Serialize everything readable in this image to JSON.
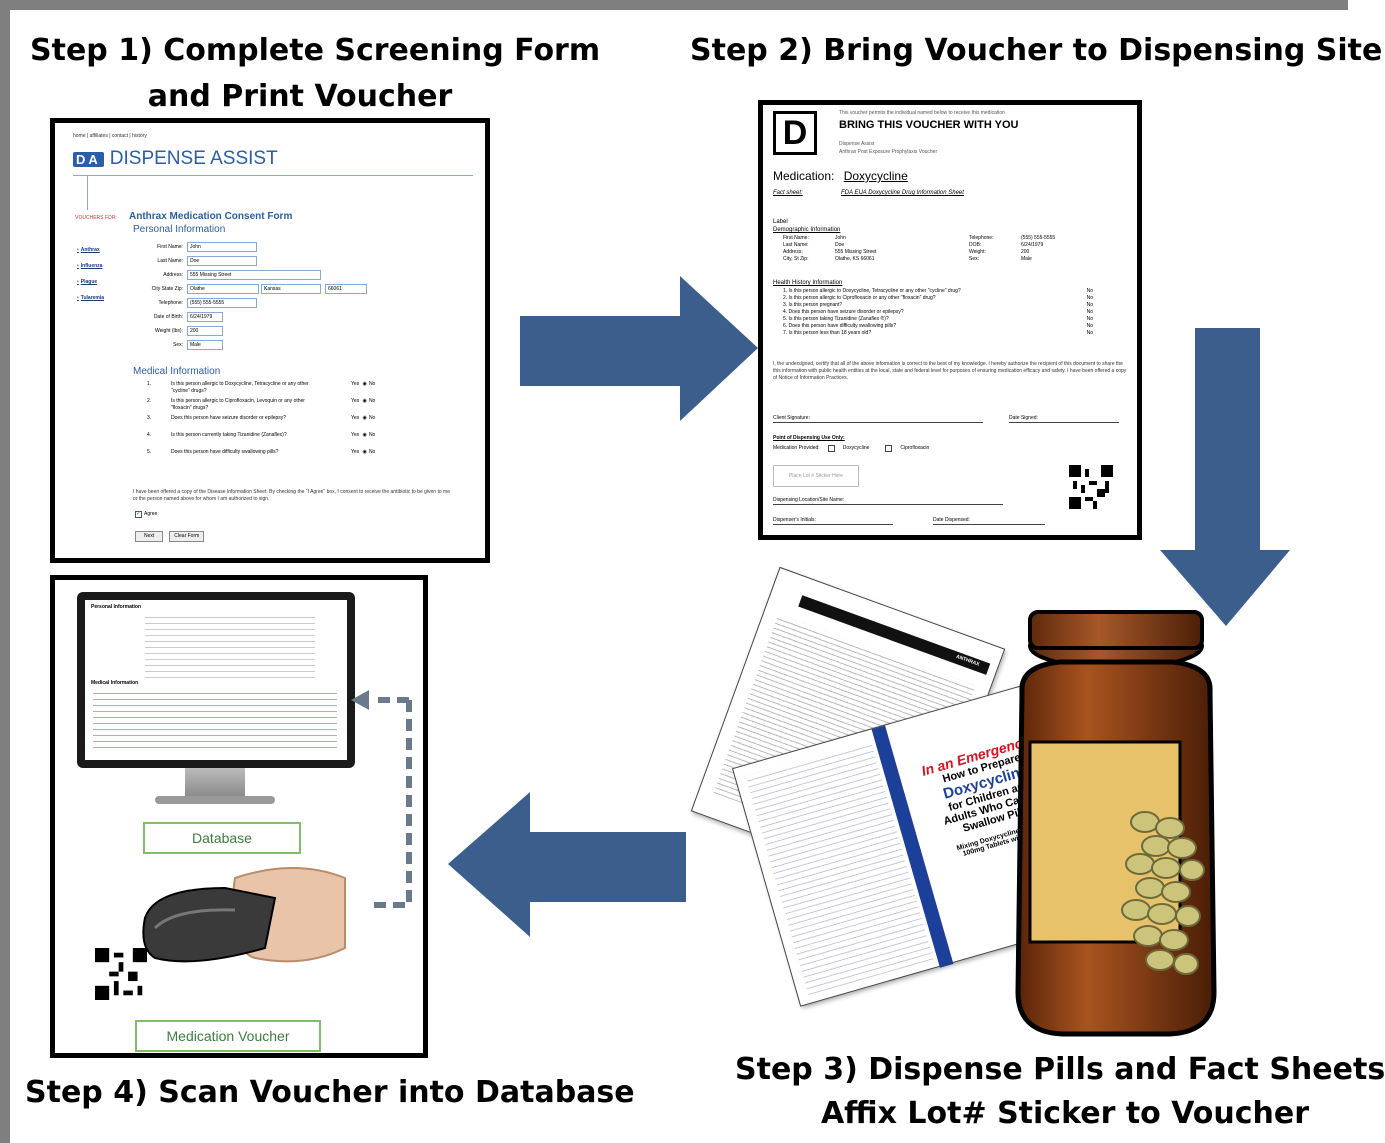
{
  "steps": {
    "s1a": "Step 1) Complete Screening Form",
    "s1b": "and Print Voucher",
    "s2": "Step 2) Bring Voucher to Dispensing Site",
    "s3a": "Step 3) Dispense Pills and Fact Sheets",
    "s3b": "Affix Lot# Sticker to Voucher",
    "s4": "Step 4) Scan Voucher into Database"
  },
  "form": {
    "nav": "home | affiliates | contact | history",
    "logo": "DA",
    "brand": "DISPENSE ASSIST",
    "vouchers_for": "VOUCHERS FOR:",
    "side": [
      "Anthrax",
      "Influenza",
      "Plague",
      "Tularemia"
    ],
    "title": "Anthrax Medication Consent Form",
    "personal": "Personal Information",
    "fields": [
      {
        "label": "First Name:",
        "value": "John"
      },
      {
        "label": "Last Name:",
        "value": "Doe"
      },
      {
        "label": "Address:",
        "value": "555 Missing Street"
      },
      {
        "label": "City State Zip:",
        "value": "Olathe"
      },
      {
        "label": "Telephone:",
        "value": "(555) 555-5555"
      },
      {
        "label": "Date of Birth:",
        "value": "6/24/1979"
      },
      {
        "label": "Weight (lbs):",
        "value": "200"
      },
      {
        "label": "Sex:",
        "value": "Male"
      }
    ],
    "state": "Kansas",
    "zip": "66061",
    "medical": "Medical Information",
    "questions": [
      "Is this person allergic to Doxycycline, Tetracycline or any other \"cycline\" drugs?",
      "Is this person allergic to Ciprofloxacin, Levoquin or any other \"floxacin\" drugs?",
      "Does this person have seizure disorder or epilepsy?",
      "Is this person currently taking Tizanidine (Zanaflex)?",
      "Does this person have difficulty swallowing pills?"
    ],
    "yes": "Yes",
    "no": "No",
    "consent": "I have been offered a copy of the Disease Information Sheet. By checking the \"I Agree\" box, I consent to receive the antibiotic to be given to me or the person named above for whom I am authorized to sign.",
    "agree": "Agree",
    "next": "Next",
    "clear": "Clear Form"
  },
  "voucher": {
    "letter": "D",
    "permit": "This voucher permits the individual named below to receive this medication",
    "bring": "BRING THIS VOUCHER WITH YOU",
    "assist": "Dispense Assist",
    "sub": "Anthrax Post Exposure Prophylaxis Voucher",
    "med_label": "Medication:",
    "med": "Doxycycline",
    "fact_label": "Fact sheet:",
    "fact": "FDA EUA Doxycycline Drug Information Sheet",
    "label": "Label",
    "demo": "Demographic Information",
    "demo_left": [
      [
        "First Name:",
        "John"
      ],
      [
        "Last Name:",
        "Doe"
      ],
      [
        "Address:",
        "555 Missing Street"
      ],
      [
        "City, St Zip:",
        "Olathe, KS 66061"
      ]
    ],
    "demo_right": [
      [
        "Telephone:",
        "(555) 555-5555"
      ],
      [
        "DOB:",
        "6/24/1979"
      ],
      [
        "Weight:",
        "200"
      ],
      [
        "Sex:",
        "Male"
      ]
    ],
    "health": "Health History Information",
    "hq": [
      "1. Is this person allergic to Doxycycline, Tetracycline or any other \"cycline\" drug?",
      "2. Is this person allergic to Ciprofloxacin or any other \"floxacin\" drug?",
      "3. Is this person pregnant?",
      "4. Does this person have seizure disorder or epilepsy?",
      "5. Is this person taking Tizanidine (Zanaflex ®)?",
      "6. Does this person have difficulty swallowing pills?",
      "7. Is this person less than 18 years old?"
    ],
    "ans": "No",
    "certify": "I, the undersigned, certify that all of the above information is correct to the best of my knowledge. I hereby authorize the recipient of this document to share the this information with public health entities at the local, state and federal level for purposes of ensuring medication efficacy and safety. I have been offered a copy of Notice of Information Practices.",
    "client_sig": "Client Signature:",
    "date_signed": "Date Signed:",
    "pod": "Point of Dispensing Use Only:",
    "med_provided": "Medication Provided:",
    "opt1": "Doxycycline",
    "opt2": "Ciprofloxacin",
    "lot": "Place Lot # Sticker Here",
    "site": "Dispensing Location/Site Name:",
    "initials": "Dispenser's Initials:",
    "date_disp": "Date Dispensed:"
  },
  "sheets": {
    "anthrax": "ANTHRAX",
    "headline1": "In an Emergency:",
    "headline2": "How to Prepare",
    "headline3": "Doxycycline",
    "headline4": "for Children and",
    "headline5": "Adults Who Cannot",
    "headline6": "Swallow Pills",
    "sub1": "Mixing Doxycycline Hyclate",
    "sub2": "100mg Tablets with Food"
  },
  "screen": {
    "personal": "Personal Information",
    "medical": "Medical Information"
  },
  "labels": {
    "database": "Database",
    "voucher": "Medication Voucher"
  },
  "colors": {
    "arrow": "#3b5e8c",
    "form_blue": "#2a5ea8",
    "label_green": "#7fbf6a",
    "bottle": "#8a3e12"
  }
}
